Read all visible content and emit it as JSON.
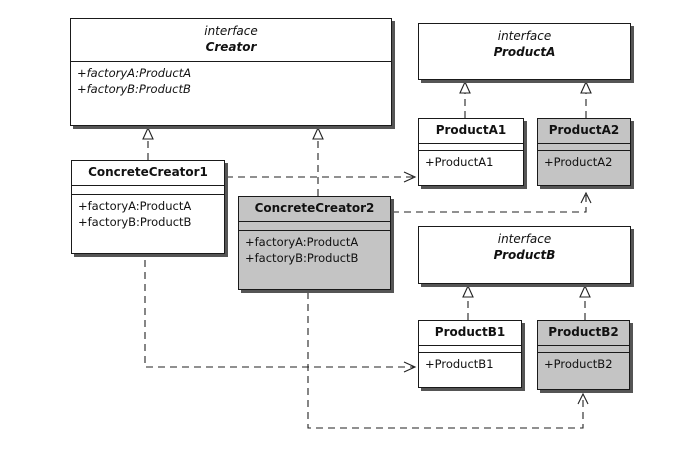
{
  "creator": {
    "stereotype": "interface",
    "name": "Creator",
    "methods": [
      "+factoryA:ProductA",
      "+factoryB:ProductB"
    ]
  },
  "product_a": {
    "stereotype": "interface",
    "name": "ProductA"
  },
  "product_b": {
    "stereotype": "interface",
    "name": "ProductB"
  },
  "concrete_creator_1": {
    "name": "ConcreteCreator1",
    "methods": [
      "+factoryA:ProductA",
      "+factoryB:ProductB"
    ]
  },
  "concrete_creator_2": {
    "name": "ConcreteCreator2",
    "methods": [
      "+factoryA:ProductA",
      "+factoryB:ProductB"
    ]
  },
  "product_a1": {
    "name": "ProductA1",
    "methods": [
      "+ProductA1"
    ]
  },
  "product_a2": {
    "name": "ProductA2",
    "methods": [
      "+ProductA2"
    ]
  },
  "product_b1": {
    "name": "ProductB1",
    "methods": [
      "+ProductB1"
    ]
  },
  "product_b2": {
    "name": "ProductB2",
    "methods": [
      "+ProductB2"
    ]
  },
  "colors": {
    "line": "#1a1a1a",
    "highlight_fill": "#c4c4c4",
    "plain_fill": "#ffffff"
  }
}
